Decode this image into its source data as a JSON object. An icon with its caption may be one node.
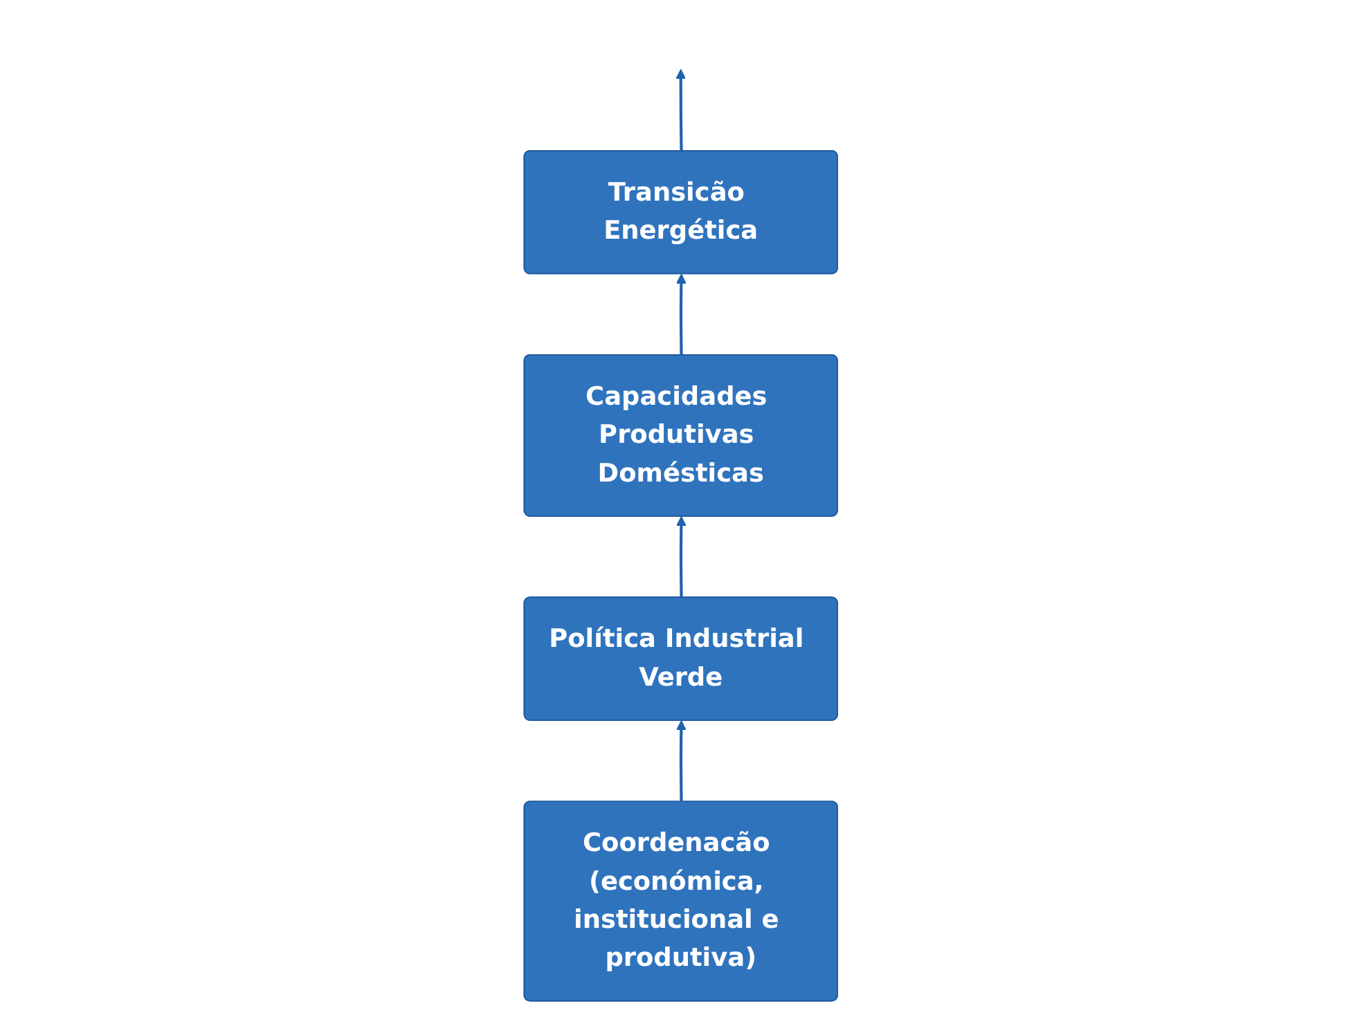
{
  "diagram": {
    "nodes": [
      {
        "text": [
          "Transicão Energética"
        ]
      },
      {
        "text": [
          "Capacidades Produtivas Domésticas"
        ]
      },
      {
        "text": [
          "Coordenacão (económica, institucional e produtiva)"
        ]
      },
      {
        "text": [
          "Política Industrial Verde"
        ]
      }
    ],
    "edges": [
      {
        "from": 0,
        "to": null,
        "arrow": "to"
      },
      {
        "from": 2,
        "to": 3,
        "arrow": "to"
      },
      {
        "from": 3,
        "to": 1,
        "arrow": "to"
      },
      {
        "from": 1,
        "to": 0,
        "arrow": "to"
      }
    ]
  }
}
